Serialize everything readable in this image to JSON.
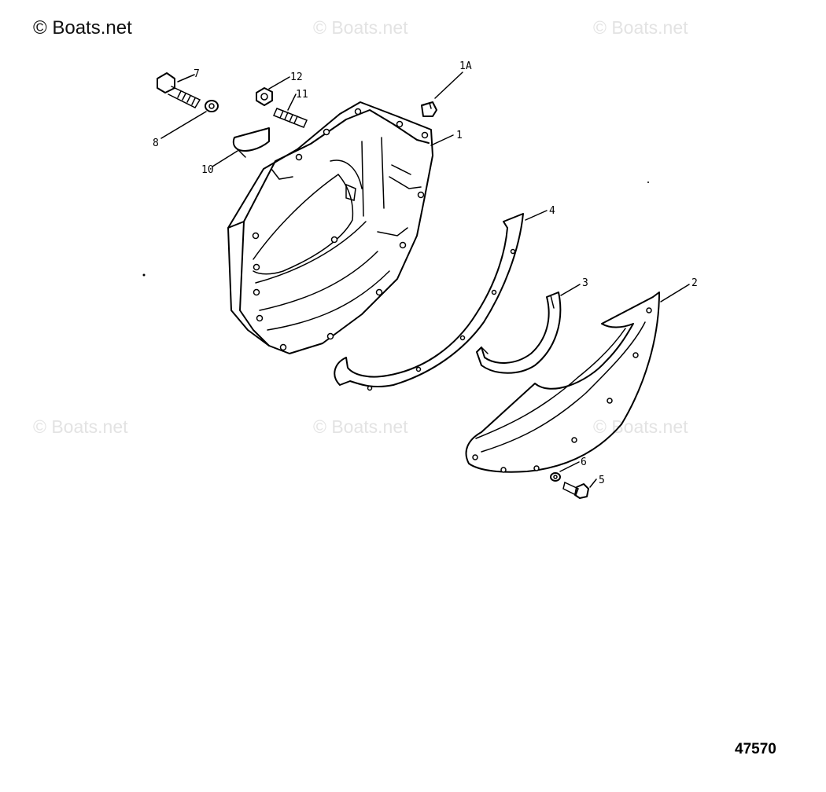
{
  "watermarks": {
    "main": "© Boats.net",
    "faint": [
      "© Boats.net",
      "© Boats.net",
      "© Boats.net",
      "© Boats.net",
      "© Boats.net"
    ]
  },
  "drawing_number": "47570",
  "callouts": {
    "c1": "1",
    "c1a": "1A",
    "c2": "2",
    "c3": "3",
    "c4": "4",
    "c5": "5",
    "c6": "6",
    "c7": "7",
    "c8": "8",
    "c10": "10",
    "c11": "11",
    "c12": "12"
  }
}
